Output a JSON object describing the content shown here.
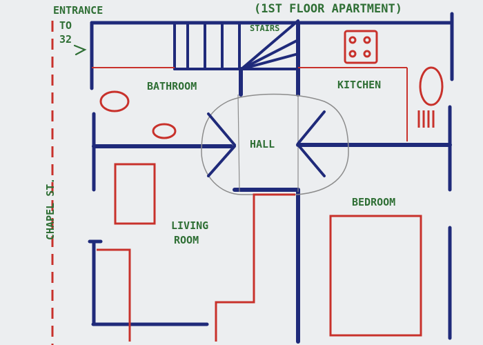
{
  "diagram": {
    "header": "(1ST FLOOR APARTMENT)",
    "entrance_lines": [
      "ENTRANCE",
      "TO",
      "32"
    ],
    "street": "CHAPEL ST.",
    "rooms": {
      "stairs": "STAIRS",
      "bathroom": "BATHROOM",
      "kitchen": "KITCHEN",
      "hall": "HALL",
      "living_lines": [
        "LIVING",
        "ROOM"
      ],
      "bedroom": "BEDROOM"
    }
  },
  "colors": {
    "wall": "#1f2a7a",
    "furniture": "#c8312b",
    "label": "#2f6f35",
    "pencil": "#8c8c8c",
    "paper": "#eceef0"
  }
}
